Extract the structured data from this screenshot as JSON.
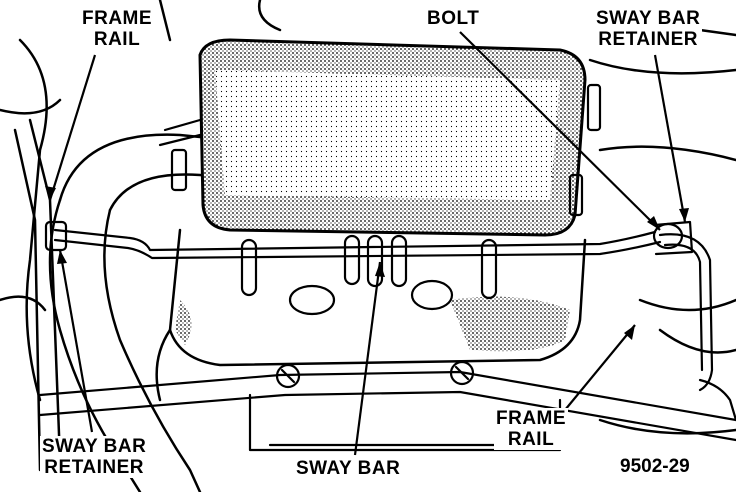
{
  "labels": {
    "frame_rail_top_1": "FRAME",
    "frame_rail_top_2": "RAIL",
    "bolt": "BOLT",
    "retainer_top_1": "SWAY BAR",
    "retainer_top_2": "RETAINER",
    "retainer_bottom_1": "SWAY BAR",
    "retainer_bottom_2": "RETAINER",
    "sway_bar": "SWAY BAR",
    "frame_rail_bottom_1": "FRAME",
    "frame_rail_bottom_2": "RAIL"
  },
  "figure_number": "9502-29",
  "colors": {
    "ink": "#000000",
    "paper": "#ffffff",
    "shade": "#9a9a9a"
  }
}
